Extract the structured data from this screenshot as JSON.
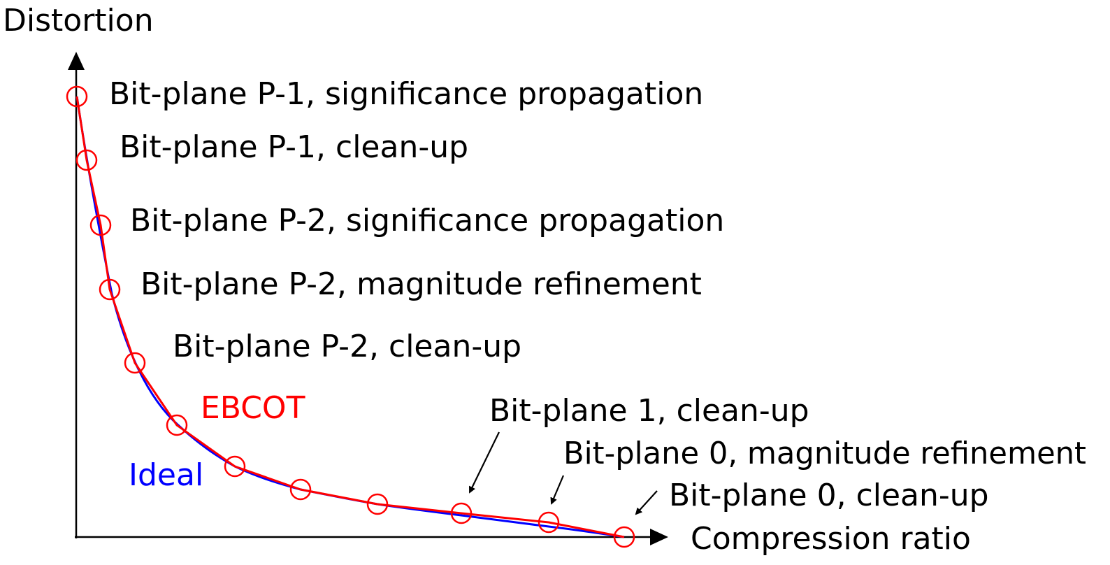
{
  "diagram": {
    "y_axis_label": "Distortion",
    "x_axis_label": "Compression ratio",
    "ebcot_label": "EBCOT",
    "ideal_label": "Ideal",
    "colors": {
      "ebcot": "#ff0000",
      "ideal": "#0000ff",
      "axes": "#000000"
    },
    "pass_labels": [
      "Bit-plane P-1, significance propagation",
      "Bit-plane P-1, clean-up",
      "Bit-plane P-2, significance propagation",
      "Bit-plane P-2, magnitude refinement",
      "Bit-plane P-2, clean-up",
      "Bit-plane 1, clean-up",
      "Bit-plane 0, magnitude refinement",
      "Bit-plane 0, clean-up"
    ]
  }
}
